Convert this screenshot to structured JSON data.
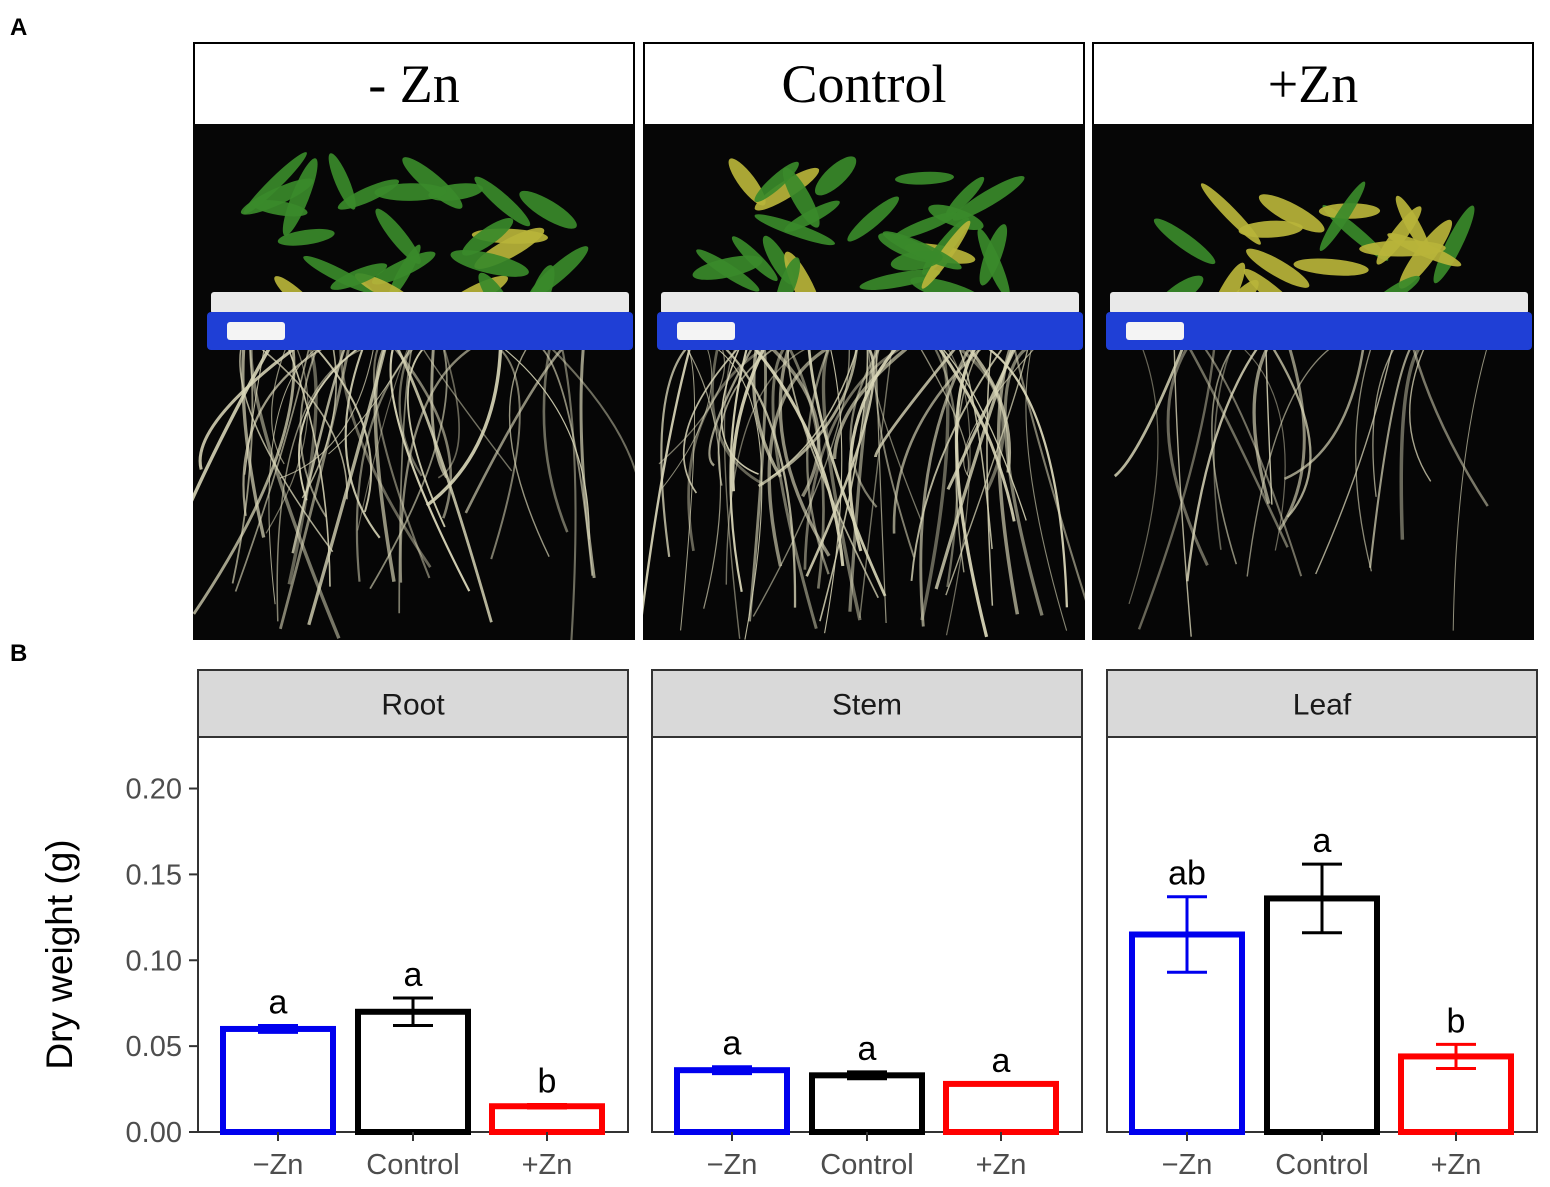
{
  "panel_a": {
    "letter": "A",
    "photos": [
      {
        "label": "- Zn",
        "root_density": 0.75,
        "leaf_health": 0.8
      },
      {
        "label": "Control",
        "root_density": 1.0,
        "leaf_health": 0.9
      },
      {
        "label": "+Zn",
        "root_density": 0.35,
        "leaf_health": 0.4
      }
    ],
    "colors": {
      "background": "#060606",
      "tray_blue": "#1f3fd6",
      "tray_white": "#e9e9e9",
      "leaf_green": "#3a8a2a",
      "leaf_yellow": "#b9b43a",
      "root": "#d9d6b8"
    }
  },
  "panel_b": {
    "letter": "B"
  },
  "chart_data": {
    "type": "bar",
    "facets": [
      "Root",
      "Stem",
      "Leaf"
    ],
    "categories": [
      "−Zn",
      "Control",
      "+Zn"
    ],
    "ylabel": "Dry weight (g)",
    "xlabel": "",
    "ylim": [
      0,
      0.23
    ],
    "yticks": [
      "0.00",
      "0.05",
      "0.10",
      "0.15",
      "0.20"
    ],
    "ytick_values": [
      0,
      0.05,
      0.1,
      0.15,
      0.2
    ],
    "series": [
      {
        "facet": "Root",
        "values": [
          0.06,
          0.07,
          0.015
        ],
        "errors": [
          0.002,
          0.008,
          0.001
        ],
        "letters": [
          "a",
          "a",
          "b"
        ]
      },
      {
        "facet": "Stem",
        "values": [
          0.036,
          0.033,
          0.028
        ],
        "errors": [
          0.002,
          0.002,
          0.0
        ],
        "letters": [
          "a",
          "a",
          "a"
        ]
      },
      {
        "facet": "Leaf",
        "values": [
          0.115,
          0.136,
          0.044
        ],
        "errors": [
          0.022,
          0.02,
          0.007
        ],
        "letters": [
          "ab",
          "a",
          "b"
        ]
      }
    ],
    "bar_colors": [
      "#0000ee",
      "#000000",
      "#ff0000"
    ],
    "strip_fill": "#d9d9d9",
    "grid": false
  }
}
